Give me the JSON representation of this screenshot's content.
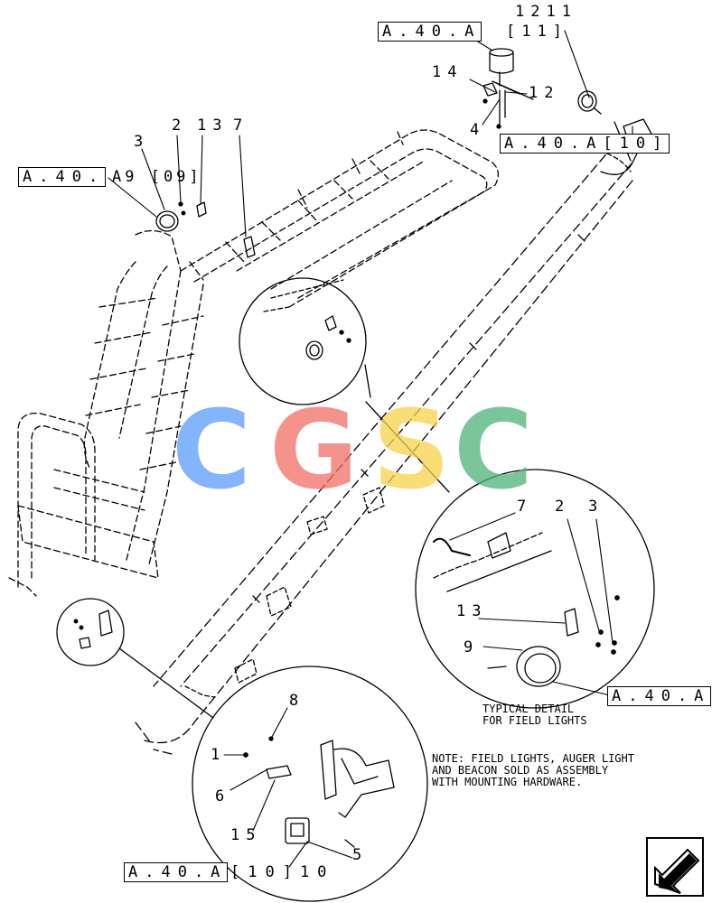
{
  "watermark": {
    "letters": [
      {
        "char": "C",
        "color": "#5b9bf7"
      },
      {
        "char": "G",
        "color": "#f06f66"
      },
      {
        "char": "S",
        "color": "#f7d24a"
      },
      {
        "char": "C",
        "color": "#4fb27a"
      }
    ]
  },
  "refs": {
    "top_beacon": "A.40.A",
    "top_beacon_suffix": "[11]",
    "top_right": "A.40.A[10]",
    "left": "A.40.",
    "left_suffix": "A9 [09]",
    "detail_right": "A.40.A",
    "bottom": "A.40.A",
    "bottom_suffix": "[10]10"
  },
  "callouts": {
    "c1211": "1211",
    "c14": "14",
    "c12": "12",
    "c4": "4",
    "c3_top": "3",
    "c2_top": "2",
    "c13_top": "13",
    "c7_top": "7",
    "c7_detail": "7",
    "c2_detail": "2",
    "c3_detail": "3",
    "c13_detail": "13",
    "c9_detail": "9",
    "c8": "8",
    "c1": "1",
    "c6": "6",
    "c15": "15",
    "c5": "5"
  },
  "captions": {
    "typical_detail": "TYPICAL DETAIL\nFOR FIELD LIGHTS",
    "note": "NOTE: FIELD LIGHTS, AUGER LIGHT\nAND BEACON SOLD AS ASSEMBLY\nWITH MOUNTING HARDWARE."
  },
  "icons": {
    "nav": "arrow-down-left-icon"
  }
}
